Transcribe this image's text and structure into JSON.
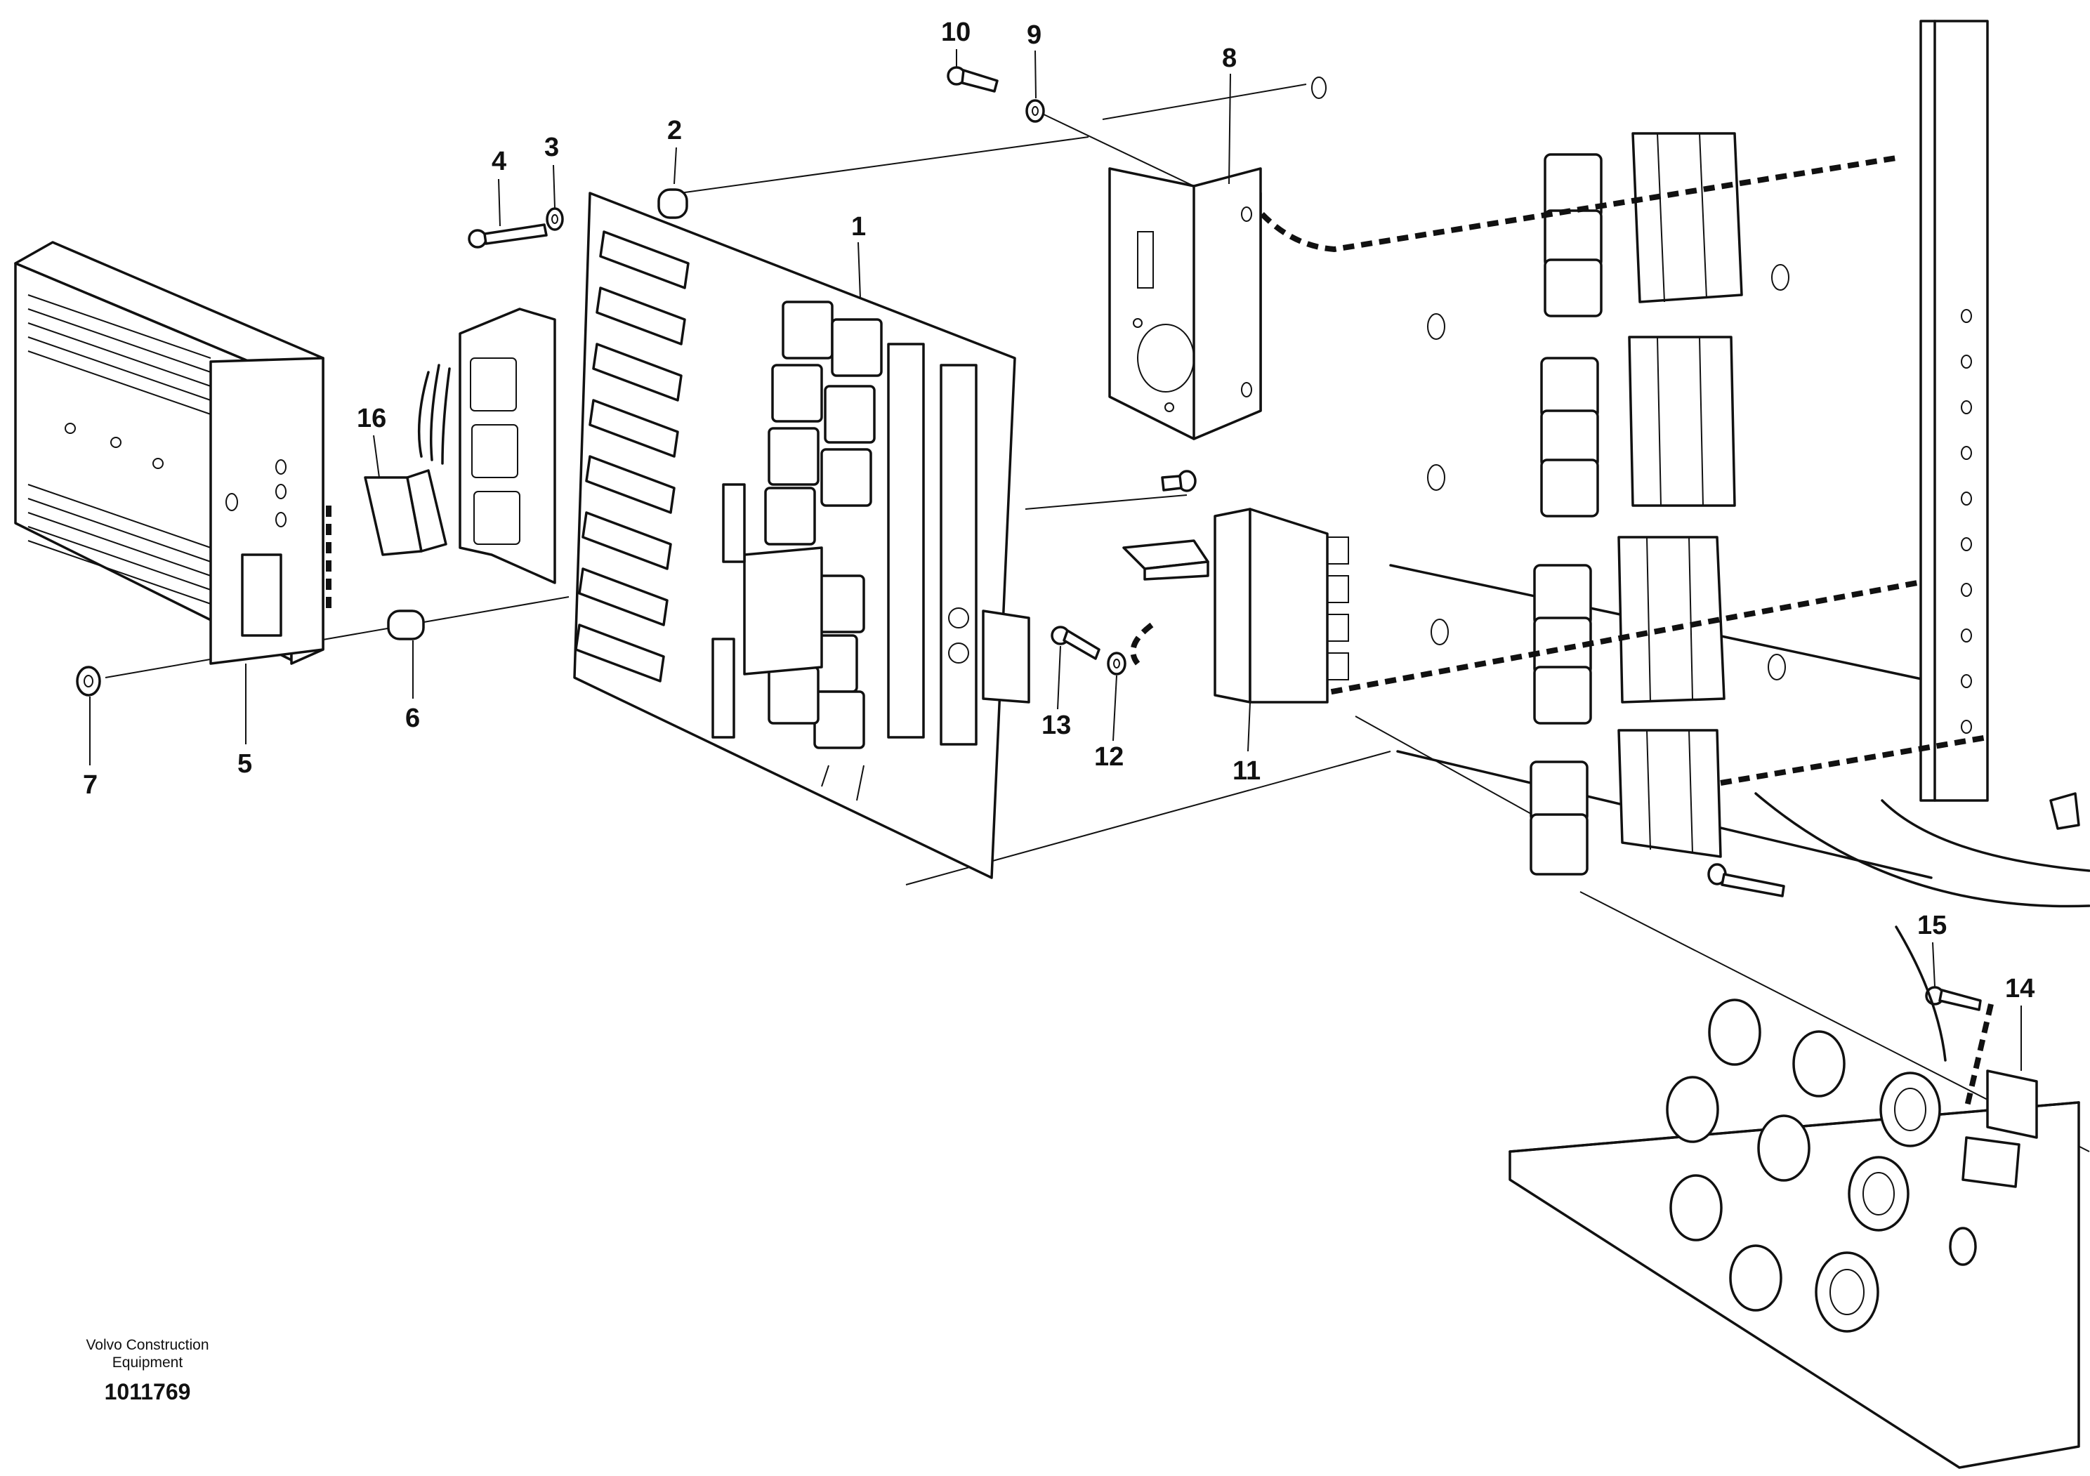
{
  "callouts": [
    {
      "id": "1",
      "label": "1"
    },
    {
      "id": "2",
      "label": "2"
    },
    {
      "id": "3",
      "label": "3"
    },
    {
      "id": "4",
      "label": "4"
    },
    {
      "id": "5",
      "label": "5"
    },
    {
      "id": "6",
      "label": "6"
    },
    {
      "id": "7",
      "label": "7"
    },
    {
      "id": "8",
      "label": "8"
    },
    {
      "id": "9",
      "label": "9"
    },
    {
      "id": "10",
      "label": "10"
    },
    {
      "id": "11",
      "label": "11"
    },
    {
      "id": "12",
      "label": "12"
    },
    {
      "id": "13",
      "label": "13"
    },
    {
      "id": "14",
      "label": "14"
    },
    {
      "id": "15",
      "label": "15"
    },
    {
      "id": "16",
      "label": "16"
    }
  ],
  "footer": {
    "publisher_line1": "Volvo Construction",
    "publisher_line2": "Equipment",
    "figure_number": "1011769"
  }
}
